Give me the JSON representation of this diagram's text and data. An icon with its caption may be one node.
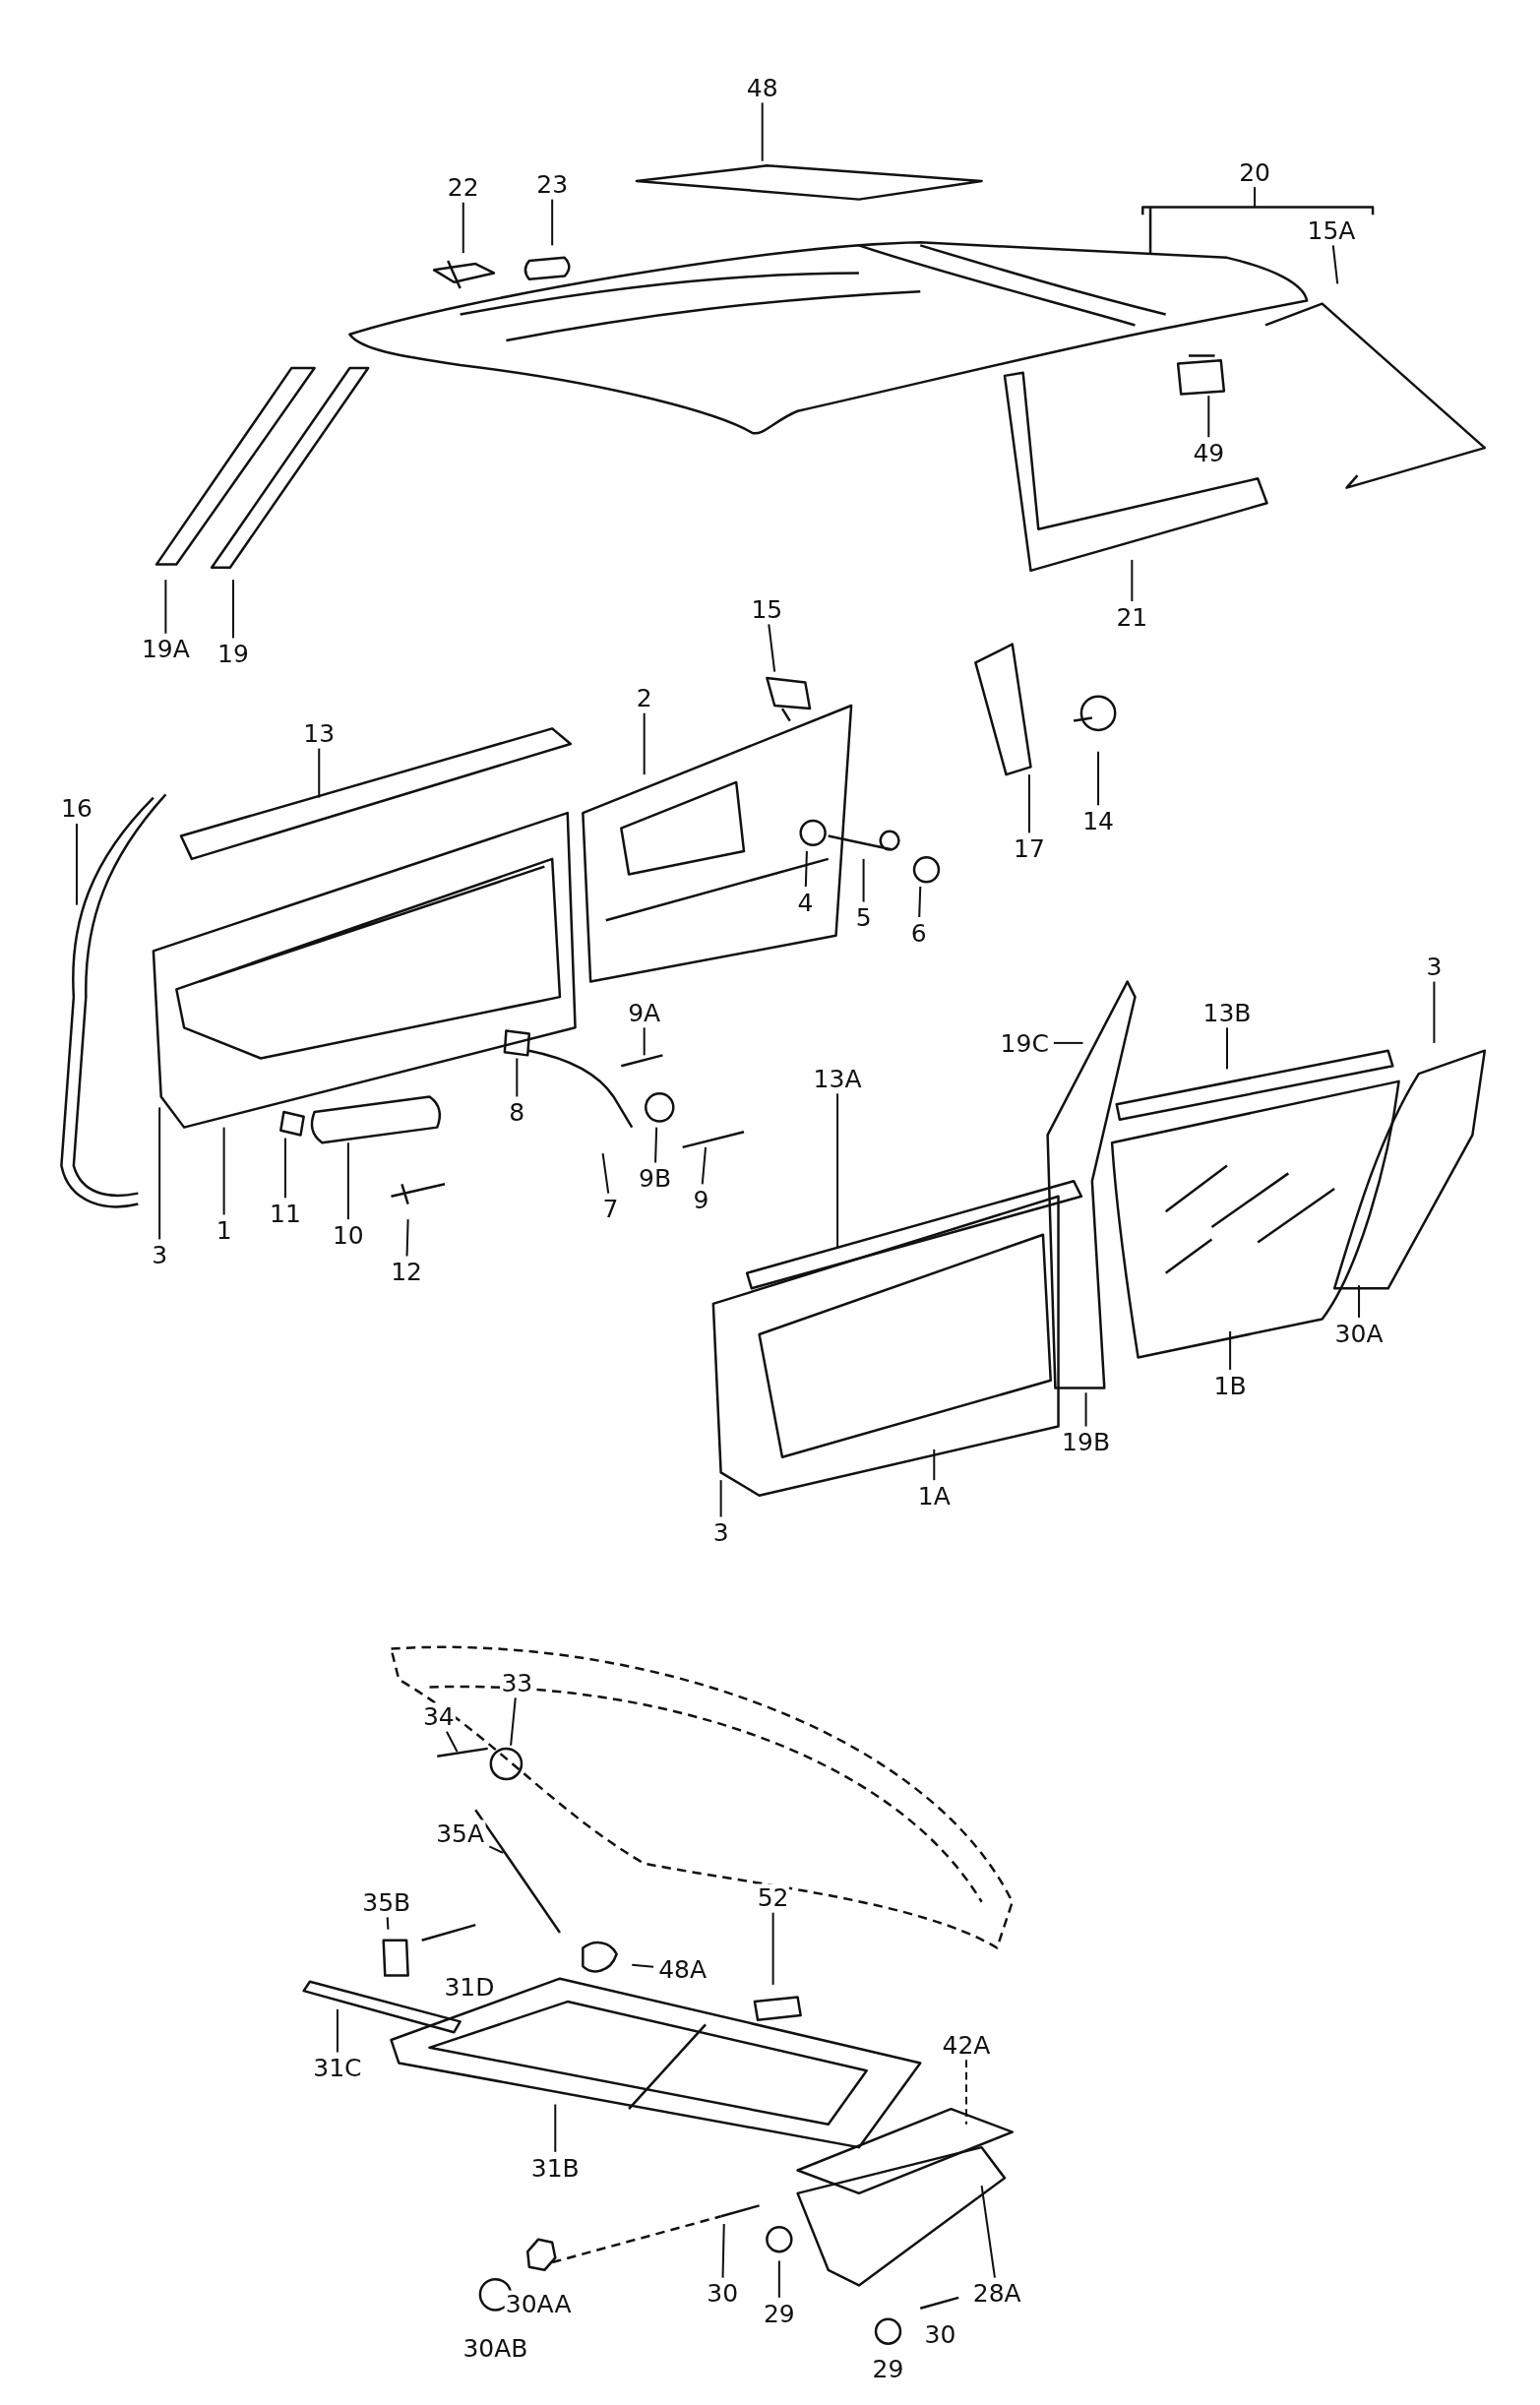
{
  "diagram": {
    "nodes": [
      {
        "text": [
          "48"
        ]
      },
      {
        "text": [
          "22"
        ]
      },
      {
        "text": [
          "23"
        ]
      },
      {
        "text": [
          "20"
        ]
      },
      {
        "text": [
          "15A"
        ]
      },
      {
        "text": [
          "49"
        ]
      },
      {
        "text": [
          "19A"
        ]
      },
      {
        "text": [
          "19"
        ]
      },
      {
        "text": [
          "21"
        ]
      },
      {
        "text": [
          "15"
        ]
      },
      {
        "text": [
          "13"
        ]
      },
      {
        "text": [
          "2"
        ]
      },
      {
        "text": [
          "17"
        ]
      },
      {
        "text": [
          "14"
        ]
      },
      {
        "text": [
          "16"
        ]
      },
      {
        "text": [
          "4"
        ]
      },
      {
        "text": [
          "5"
        ]
      },
      {
        "text": [
          "6"
        ]
      },
      {
        "text": [
          "9A"
        ]
      },
      {
        "text": [
          "19C"
        ]
      },
      {
        "text": [
          "13B"
        ]
      },
      {
        "text": [
          "3"
        ]
      },
      {
        "text": [
          "8"
        ]
      },
      {
        "text": [
          "9B"
        ]
      },
      {
        "text": [
          "9"
        ]
      },
      {
        "text": [
          "7"
        ]
      },
      {
        "text": [
          "11"
        ]
      },
      {
        "text": [
          "10"
        ]
      },
      {
        "text": [
          "12"
        ]
      },
      {
        "text": [
          "3"
        ]
      },
      {
        "text": [
          "1"
        ]
      },
      {
        "text": [
          "13A"
        ]
      },
      {
        "text": [
          "30A"
        ]
      },
      {
        "text": [
          "1B"
        ]
      },
      {
        "text": [
          "19B"
        ]
      },
      {
        "text": [
          "3"
        ]
      },
      {
        "text": [
          "1A"
        ]
      },
      {
        "text": [
          "33"
        ]
      },
      {
        "text": [
          "34"
        ]
      },
      {
        "text": [
          "35A"
        ]
      },
      {
        "text": [
          "35B"
        ]
      },
      {
        "text": [
          "52"
        ]
      },
      {
        "text": [
          "48A"
        ]
      },
      {
        "text": [
          "42A"
        ]
      },
      {
        "text": [
          "31C"
        ]
      },
      {
        "text": [
          "31B"
        ]
      },
      {
        "text": [
          "30"
        ]
      },
      {
        "text": [
          "29"
        ]
      },
      {
        "text": [
          "28A"
        ]
      },
      {
        "text": [
          "31D"
        ]
      },
      {
        "text": [
          "30AA"
        ]
      },
      {
        "text": [
          "30AB"
        ]
      },
      {
        "text": [
          "30"
        ]
      },
      {
        "text": [
          "29"
        ]
      }
    ],
    "edges": [
      {
        "from": 0,
        "to": null,
        "arrow": "none"
      },
      {
        "from": 1,
        "to": null,
        "arrow": "none"
      },
      {
        "from": 2,
        "to": null,
        "arrow": "none"
      },
      {
        "from": 3,
        "to": null,
        "arrow": "none"
      },
      {
        "from": 4,
        "to": null,
        "arrow": "none"
      },
      {
        "from": 5,
        "to": null,
        "arrow": "none"
      },
      {
        "from": 6,
        "to": null,
        "arrow": "none"
      },
      {
        "from": 7,
        "to": null,
        "arrow": "none"
      },
      {
        "from": 8,
        "to": null,
        "arrow": "none"
      },
      {
        "from": 9,
        "to": null,
        "arrow": "none"
      },
      {
        "from": 10,
        "to": null,
        "arrow": "none"
      },
      {
        "from": 11,
        "to": null,
        "arrow": "none"
      },
      {
        "from": 12,
        "to": null,
        "arrow": "none"
      },
      {
        "from": 13,
        "to": null,
        "arrow": "none"
      },
      {
        "from": 14,
        "to": null,
        "arrow": "none"
      },
      {
        "from": 15,
        "to": null,
        "arrow": "none"
      },
      {
        "from": 16,
        "to": null,
        "arrow": "none"
      },
      {
        "from": 17,
        "to": null,
        "arrow": "none"
      },
      {
        "from": 18,
        "to": null,
        "arrow": "none"
      },
      {
        "from": 19,
        "to": null,
        "arrow": "none"
      },
      {
        "from": 20,
        "to": null,
        "arrow": "none"
      },
      {
        "from": 21,
        "to": null,
        "arrow": "none"
      },
      {
        "from": 22,
        "to": null,
        "arrow": "none"
      },
      {
        "from": 23,
        "to": null,
        "arrow": "none"
      },
      {
        "from": 24,
        "to": null,
        "arrow": "none"
      },
      {
        "from": 25,
        "to": null,
        "arrow": "none"
      },
      {
        "from": 26,
        "to": null,
        "arrow": "none"
      },
      {
        "from": 27,
        "to": null,
        "arrow": "none"
      },
      {
        "from": 28,
        "to": null,
        "arrow": "none"
      },
      {
        "from": 29,
        "to": null,
        "arrow": "none"
      },
      {
        "from": 30,
        "to": null,
        "arrow": "none"
      },
      {
        "from": 31,
        "to": null,
        "arrow": "none"
      },
      {
        "from": 32,
        "to": null,
        "arrow": "none"
      },
      {
        "from": 33,
        "to": null,
        "arrow": "none"
      },
      {
        "from": 34,
        "to": null,
        "arrow": "none"
      },
      {
        "from": 35,
        "to": null,
        "arrow": "none"
      },
      {
        "from": 36,
        "to": null,
        "arrow": "none"
      },
      {
        "from": 37,
        "to": null,
        "arrow": "none"
      },
      {
        "from": 38,
        "to": null,
        "arrow": "none"
      },
      {
        "from": 39,
        "to": null,
        "arrow": "none"
      },
      {
        "from": 40,
        "to": null,
        "arrow": "none"
      },
      {
        "from": 41,
        "to": null,
        "arrow": "none"
      },
      {
        "from": 42,
        "to": null,
        "arrow": "none"
      },
      {
        "from": 43,
        "to": null,
        "arrow": "none",
        "style": "dashed"
      },
      {
        "from": 44,
        "to": null,
        "arrow": "none"
      },
      {
        "from": 45,
        "to": null,
        "arrow": "none"
      },
      {
        "from": 46,
        "to": null,
        "arrow": "none"
      },
      {
        "from": 47,
        "to": null,
        "arrow": "none"
      },
      {
        "from": 48,
        "to": null,
        "arrow": "none"
      }
    ]
  }
}
